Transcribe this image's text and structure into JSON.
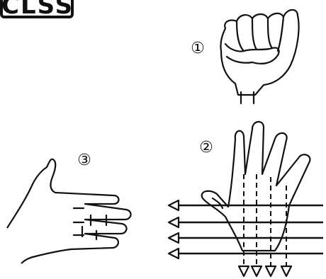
{
  "title": "CLSS",
  "steps": {
    "one": "①",
    "two": "②",
    "three": "③"
  },
  "icons": {
    "fist": "fist-hand-icon",
    "spread_hand": "spread-hand-icon",
    "flat_hand": "flat-hand-icon"
  }
}
